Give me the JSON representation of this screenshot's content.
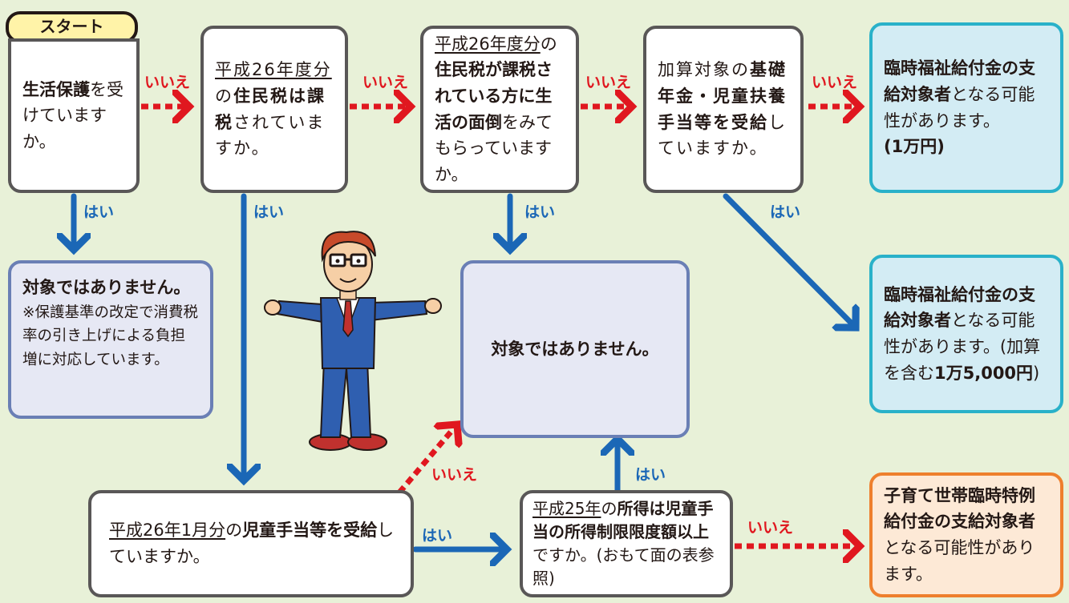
{
  "colors": {
    "background": "#e8f1d8",
    "no_arrow": "#e0171f",
    "yes_arrow": "#1b67b6",
    "result_teal_border": "#29b1c9",
    "result_orange_border": "#ee7f2d",
    "not_eligible_border": "#6a7fb5"
  },
  "start": {
    "label": "スタート"
  },
  "q1": {
    "t1": "生活保護",
    "t2": "を受けていますか。"
  },
  "q2": {
    "t1": "平成26年度分",
    "t2": "の",
    "t3": "住民税は課税",
    "t4": "されていますか。"
  },
  "q3": {
    "t1": "平成26年度分",
    "t2": "の",
    "t3": "住民税が課税されている方に生活の面倒",
    "t4": "をみてもらっていますか。"
  },
  "q4": {
    "t1": "加算対象の",
    "t2": "基礎年金・児童扶養手当等を受給",
    "t3": "していますか。"
  },
  "q5": {
    "t1": "平成26年1月分",
    "t2": "の",
    "t3": "児童手当等を受給",
    "t4": "していますか。"
  },
  "q6": {
    "t1": "平成25年",
    "t2": "の",
    "t3": "所得は児童手当の所得制限限度額以上",
    "t4": "ですか。(おもて面の表参照)"
  },
  "r1": {
    "t1": "臨時福祉給付金の支給対象者",
    "t2": "となる可能性があります。",
    "t3": "(1万円)"
  },
  "r2": {
    "t1": "臨時福祉給付金の支給対象者",
    "t2": "となる可能性があります。(加算を含む",
    "t3": "1万5,000円",
    "t4": ")"
  },
  "r3": {
    "t1": "子育て世帯臨時特例給付金の支給対象者",
    "t2": "となる可能性があります。"
  },
  "na1": {
    "title": "対象ではありません。",
    "note": "※保護基準の改定で消費税率の引き上げによる負担増に対応しています。"
  },
  "na2": {
    "title": "対象ではありません。"
  },
  "labels": {
    "no": "いいえ",
    "yes": "はい"
  }
}
